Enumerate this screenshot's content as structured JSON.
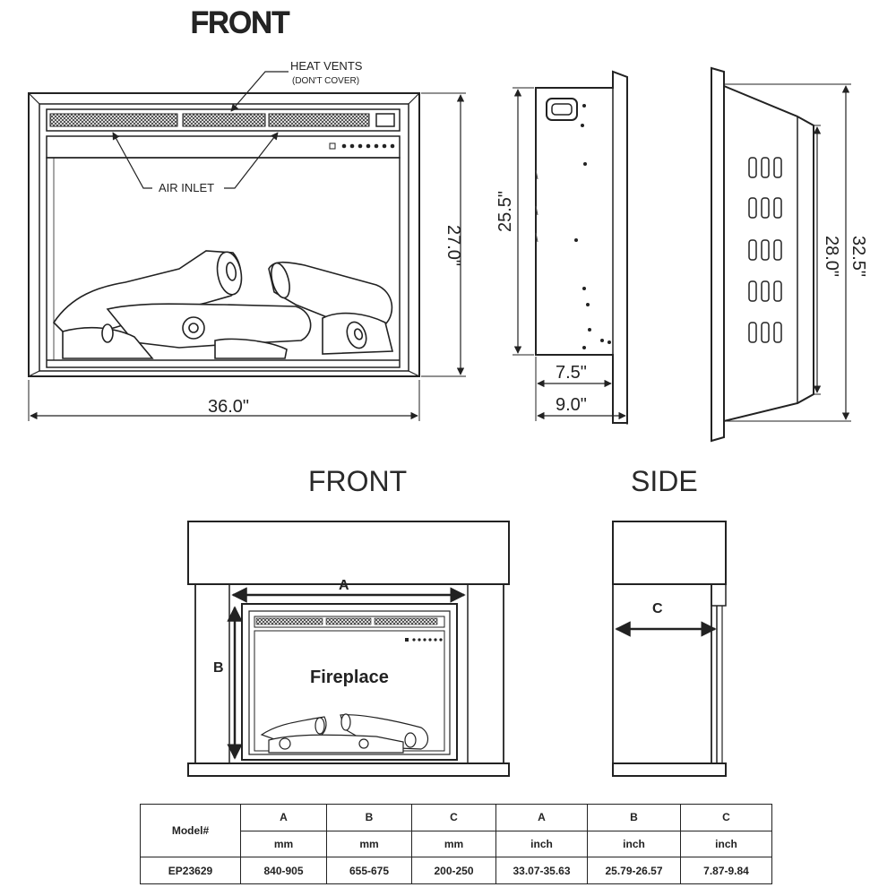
{
  "top_view": {
    "title": "FRONT",
    "heat_vents": "HEAT VENTS",
    "dont_cover": "(DON'T COVER)",
    "air_inlet": "AIR INLET",
    "width": "36.0\"",
    "height": "27.0\""
  },
  "side_view_a": {
    "height": "25.5\"",
    "depth_inner": "7.5\"",
    "depth_outer": "9.0\""
  },
  "side_view_b": {
    "height_inner": "28.0\"",
    "height_outer": "32.5\""
  },
  "mantel_front": {
    "title": "FRONT",
    "label_a": "A",
    "label_b": "B",
    "fireplace": "Fireplace"
  },
  "mantel_side": {
    "title": "SIDE",
    "label_c": "C"
  },
  "spec_table": {
    "model_header": "Model#",
    "columns": [
      "A",
      "B",
      "C",
      "A",
      "B",
      "C"
    ],
    "units": [
      "mm",
      "mm",
      "mm",
      "inch",
      "inch",
      "inch"
    ],
    "rows": [
      [
        "EP23629",
        "840-905",
        "655-675",
        "200-250",
        "33.07-35.63",
        "25.79-26.57",
        "7.87-9.84"
      ]
    ]
  }
}
